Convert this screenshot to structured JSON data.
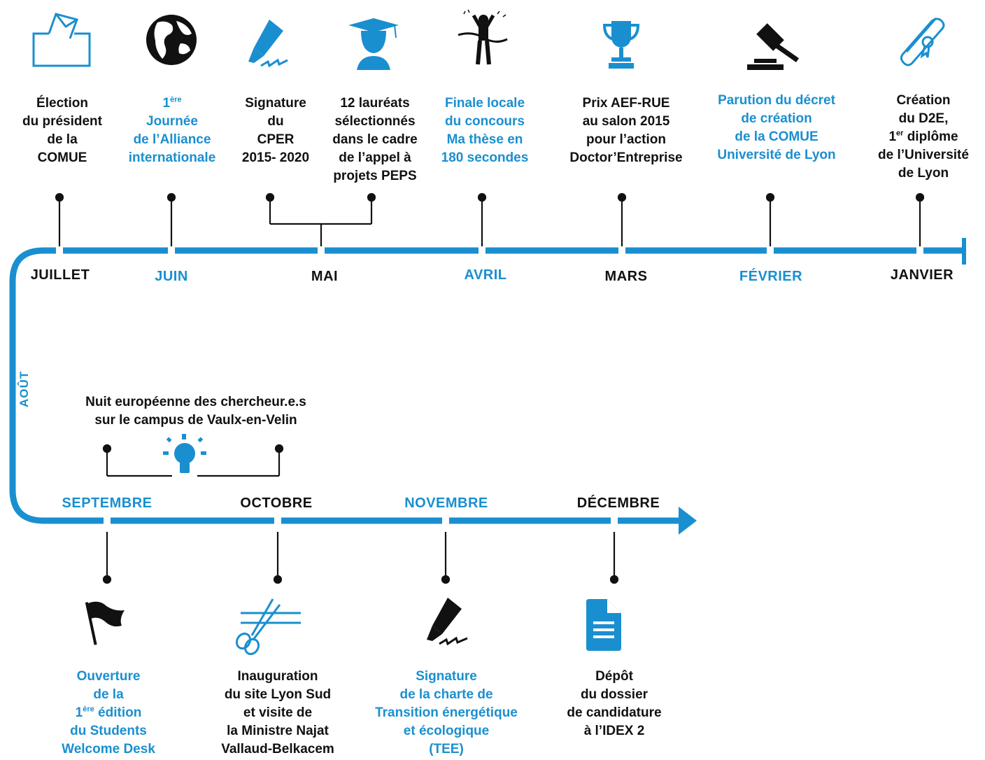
{
  "colors": {
    "accent": "#1a8fd0",
    "ink": "#111111"
  },
  "months": {
    "juillet": "JUILLET",
    "juin": "JUIN",
    "mai": "MAI",
    "avril": "AVRIL",
    "mars": "MARS",
    "fevrier": "FÉVRIER",
    "janvier": "JANVIER",
    "aout": "AOÛT",
    "septembre": "SEPTEMBRE",
    "octobre": "OCTOBRE",
    "novembre": "NOVEMBRE",
    "decembre": "DÉCEMBRE"
  },
  "events": {
    "election": {
      "icon": "ballot-box-icon",
      "lines": [
        "Élection",
        "du président",
        "de la",
        "COMUE"
      ]
    },
    "alliance": {
      "icon": "globe-icon",
      "sup": "ère",
      "lines": [
        "1",
        "Journée",
        "de l’Alliance",
        "internationale"
      ]
    },
    "cper": {
      "icon": "fountain-pen-icon",
      "lines": [
        "Signature",
        "du",
        "CPER",
        "2015- 2020"
      ]
    },
    "peps": {
      "icon": "graduate-icon",
      "lines": [
        "12 lauréats",
        "sélectionnés",
        "dans le cadre",
        "de l’appel à",
        "projets PEPS"
      ]
    },
    "mt180": {
      "icon": "finish-line-runner-icon",
      "lines": [
        "Finale locale",
        "du concours",
        "Ma thèse en",
        "180 secondes"
      ]
    },
    "aef": {
      "icon": "trophy-icon",
      "lines": [
        "Prix AEF-RUE",
        "au salon 2015",
        "pour l’action",
        "Doctor’Entreprise"
      ]
    },
    "decret": {
      "icon": "gavel-icon",
      "lines": [
        "Parution du décret",
        "de création",
        "de la COMUE",
        "Université de Lyon"
      ]
    },
    "d2e": {
      "icon": "diploma-icon",
      "sup": "er",
      "lines": [
        "Création",
        "du D2E,",
        "1",
        " diplôme",
        "de l’Université",
        "de Lyon"
      ]
    },
    "nuit": {
      "icon": "lightbulb-icon",
      "lines": [
        "Nuit européenne des chercheur.e.s",
        "sur le campus de Vaulx-en-Velin"
      ]
    },
    "welcome": {
      "icon": "flag-icon",
      "sup": "ère",
      "lines": [
        "Ouverture",
        "de la",
        "1",
        " édition",
        "du Students",
        "Welcome Desk"
      ]
    },
    "lyonsud": {
      "icon": "scissors-ribbon-icon",
      "lines": [
        "Inauguration",
        "du site Lyon Sud",
        "et visite de",
        "la Ministre Najat",
        "Vallaud-Belkacem"
      ]
    },
    "tee": {
      "icon": "fountain-pen-icon",
      "lines": [
        "Signature",
        "de la charte de",
        "Transition énergétique",
        "et écologique",
        "(TEE)"
      ]
    },
    "idex": {
      "icon": "document-icon",
      "lines": [
        "Dépôt",
        "du dossier",
        "de candidature",
        "à l’IDEX 2"
      ]
    }
  }
}
